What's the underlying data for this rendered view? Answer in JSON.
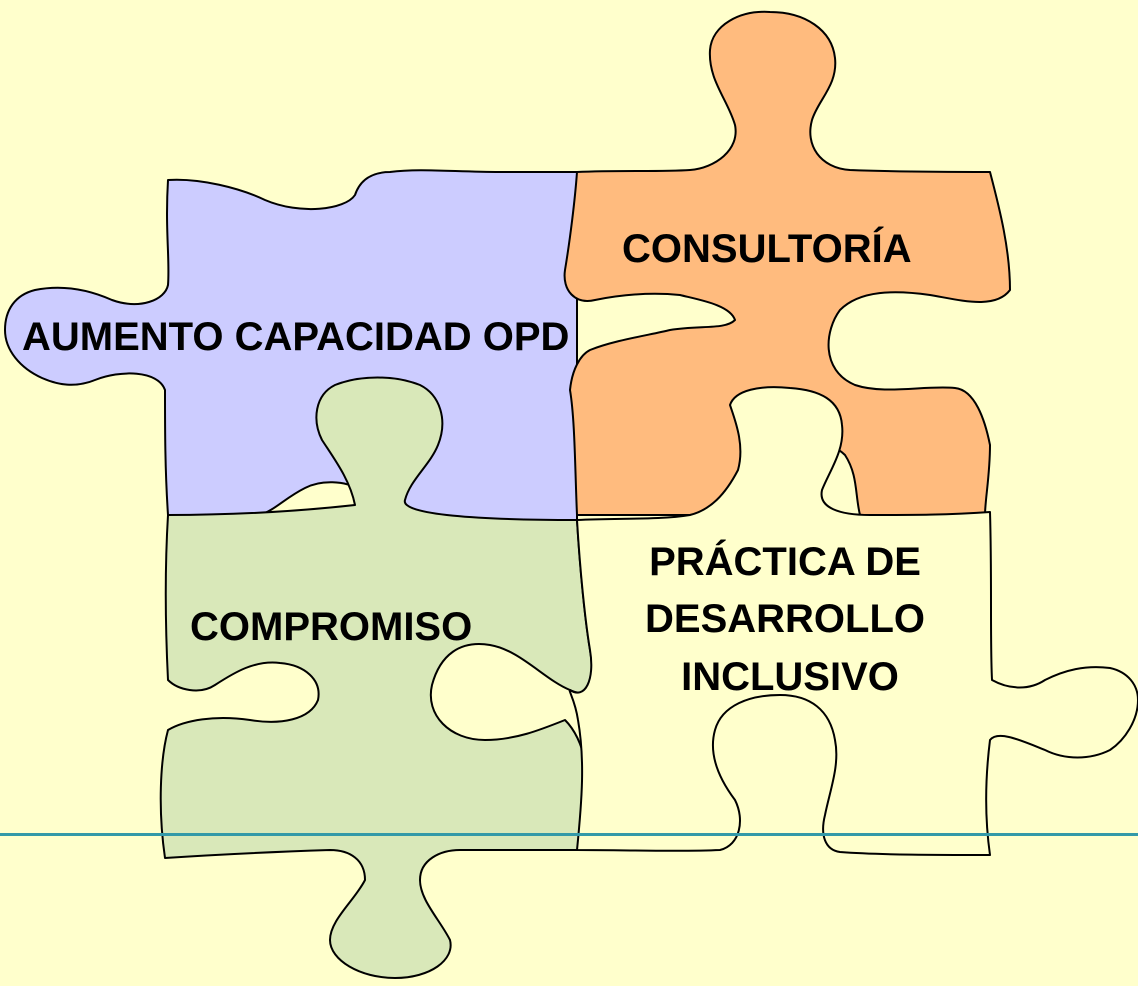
{
  "pieces": {
    "aumento": {
      "label": "AUMENTO CAPACIDAD OPD",
      "color": "#CCCCFF"
    },
    "consultoria": {
      "label": "CONSULTORÍA",
      "color": "#FFBB7E"
    },
    "compromiso": {
      "label": "COMPROMISO",
      "color": "#D9E8B9"
    },
    "practica": {
      "lines": [
        "PRÁCTICA DE",
        "DESARROLLO",
        "INCLUSIVO"
      ],
      "color": "#FFFFCC"
    }
  },
  "colors": {
    "background": "#FFFFCC",
    "outline": "#000000",
    "footer_rule": "#3399A8"
  }
}
